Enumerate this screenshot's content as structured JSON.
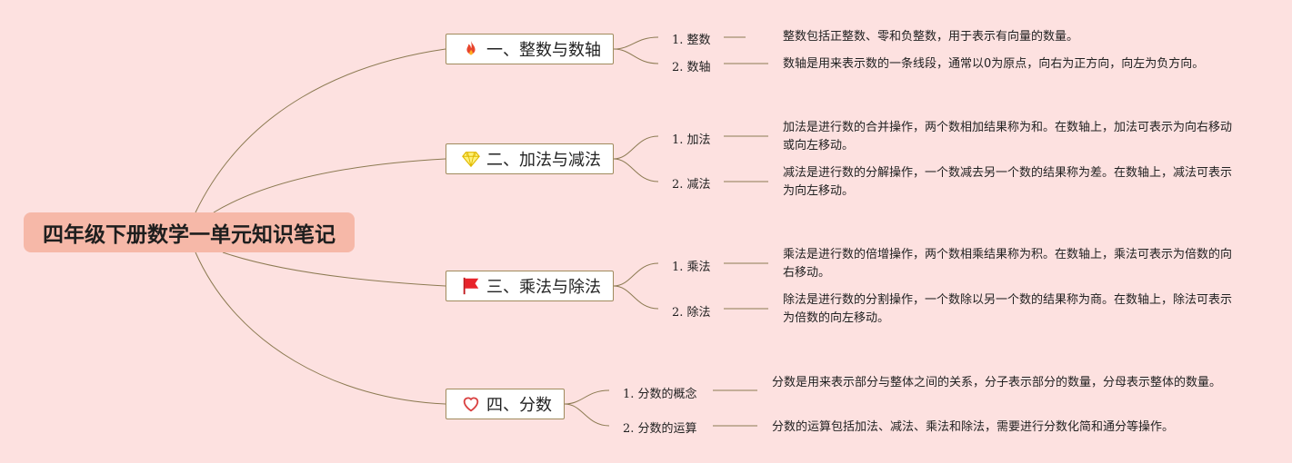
{
  "title": "四年级下册数学一单元知识笔记",
  "colors": {
    "background": "#fde1e0",
    "root": "#f6b8a8",
    "line": "#8c7a52",
    "border": "#a08a5c"
  },
  "branches": [
    {
      "icon": "fire-icon",
      "label": "一、整数与数轴",
      "items": [
        {
          "label": "1. 整数",
          "desc": "整数包括正整数、零和负整数，用于表示有向量的数量。"
        },
        {
          "label": "2. 数轴",
          "desc": "数轴是用来表示数的一条线段，通常以0为原点，向右为正方向，向左为负方向。"
        }
      ]
    },
    {
      "icon": "diamond-icon",
      "label": "二、加法与减法",
      "items": [
        {
          "label": "1. 加法",
          "desc": "加法是进行数的合并操作，两个数相加结果称为和。在数轴上，加法可表示为向右移动或向左移动。"
        },
        {
          "label": "2. 减法",
          "desc": "减法是进行数的分解操作，一个数减去另一个数的结果称为差。在数轴上，减法可表示为向左移动。"
        }
      ]
    },
    {
      "icon": "flag-icon",
      "label": "三、乘法与除法",
      "items": [
        {
          "label": "1. 乘法",
          "desc": "乘法是进行数的倍增操作，两个数相乘结果称为积。在数轴上，乘法可表示为倍数的向右移动。"
        },
        {
          "label": "2. 除法",
          "desc": "除法是进行数的分割操作，一个数除以另一个数的结果称为商。在数轴上，除法可表示为倍数的向左移动。"
        }
      ]
    },
    {
      "icon": "heart-icon",
      "label": "四、分数",
      "items": [
        {
          "label": "1. 分数的概念",
          "desc": "分数是用来表示部分与整体之间的关系，分子表示部分的数量，分母表示整体的数量。"
        },
        {
          "label": "2. 分数的运算",
          "desc": "分数的运算包括加法、减法、乘法和除法，需要进行分数化简和通分等操作。"
        }
      ]
    }
  ]
}
